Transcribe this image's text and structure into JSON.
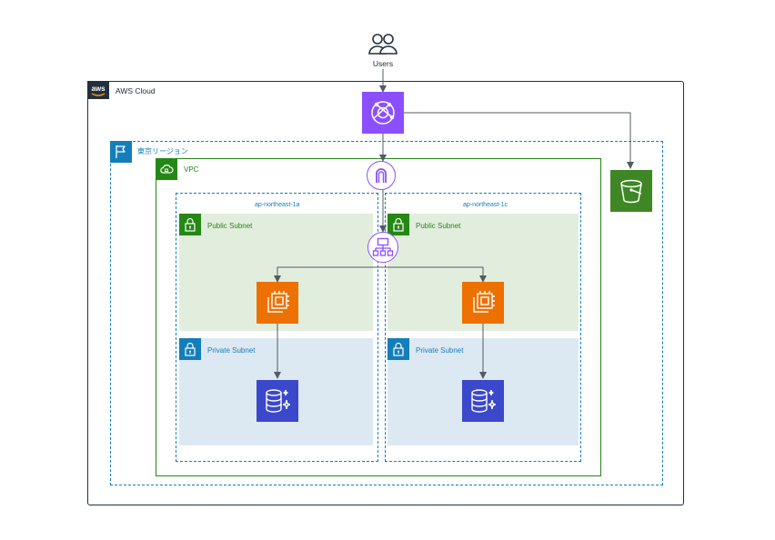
{
  "users": {
    "label": "Users"
  },
  "cloud": {
    "label": "AWS Cloud",
    "logo_text": "aws"
  },
  "region": {
    "label": "東京リージョン"
  },
  "vpc": {
    "label": "VPC"
  },
  "az_a": {
    "label": "ap-northeast-1a"
  },
  "az_c": {
    "label": "ap-northeast-1c"
  },
  "public_subnet": {
    "label": "Public Subnet"
  },
  "private_subnet": {
    "label": "Private Subnet"
  },
  "colors": {
    "cloudfront": "#8c4fff",
    "s3": "#3f8624",
    "ec2": "#ed7100",
    "rds": "#3b48cc",
    "vpc_green": "#248814",
    "region_blue": "#147eba",
    "cloud_dark": "#232f3e",
    "public_bg": "#e2eedd",
    "private_bg": "#dde9f2"
  },
  "icons": {
    "users": "users-icon",
    "cloudfront": "cloudfront-icon",
    "s3": "s3-bucket-icon",
    "igw": "internet-gateway-icon",
    "alb": "load-balancer-icon",
    "ec2": "ec2-instance-icon",
    "rds": "rds-database-icon",
    "region": "region-flag-icon",
    "vpc": "vpc-cloud-icon",
    "lock": "lock-icon"
  }
}
